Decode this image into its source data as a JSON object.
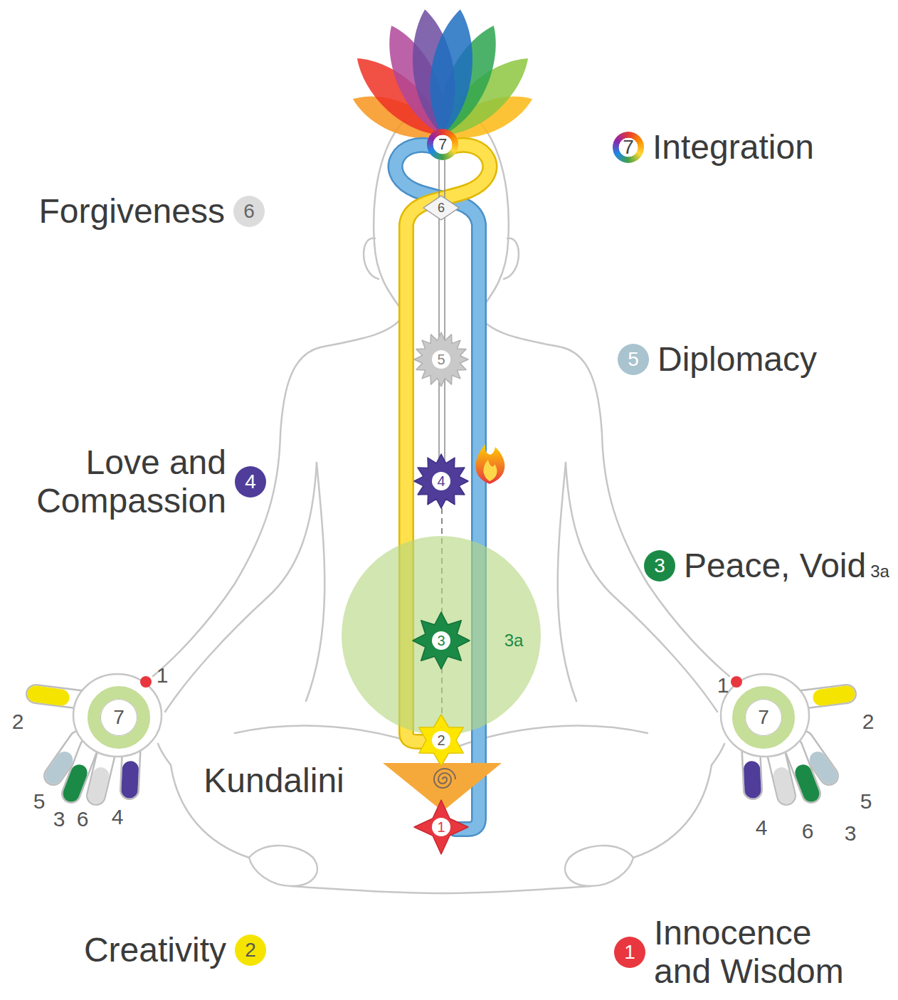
{
  "diagram": {
    "nodes": [
      {
        "text": [
          "7"
        ]
      },
      {
        "text": [
          "7",
          "Integration"
        ]
      },
      {
        "text": [
          "Forgiveness",
          "6"
        ]
      },
      {
        "text": [
          "6"
        ]
      },
      {
        "text": [
          "5"
        ]
      },
      {
        "text": [
          "5",
          "Diplomacy"
        ]
      },
      {
        "text": [
          "Love and Compassion",
          "4"
        ]
      },
      {
        "text": [
          "4"
        ]
      },
      {
        "text": [
          "3",
          "Peace, Void",
          "3a"
        ]
      },
      {
        "text": [
          "3a"
        ]
      },
      {
        "text": [
          "3"
        ],
        "in": 9
      },
      {
        "text": [
          "7"
        ]
      },
      {
        "text": [
          "7"
        ]
      },
      {
        "text": [
          "2"
        ]
      },
      {
        "text": [
          "1"
        ]
      },
      {
        "text": [
          "Creativity",
          "2"
        ]
      },
      {
        "text": [
          "1",
          "Innocence and Wisdom"
        ]
      }
    ],
    "labels": [
      "1",
      "1",
      "2",
      "2",
      "Kundalini",
      "5",
      "3",
      "6",
      "4",
      "4",
      "6",
      "3",
      "5"
    ]
  }
}
